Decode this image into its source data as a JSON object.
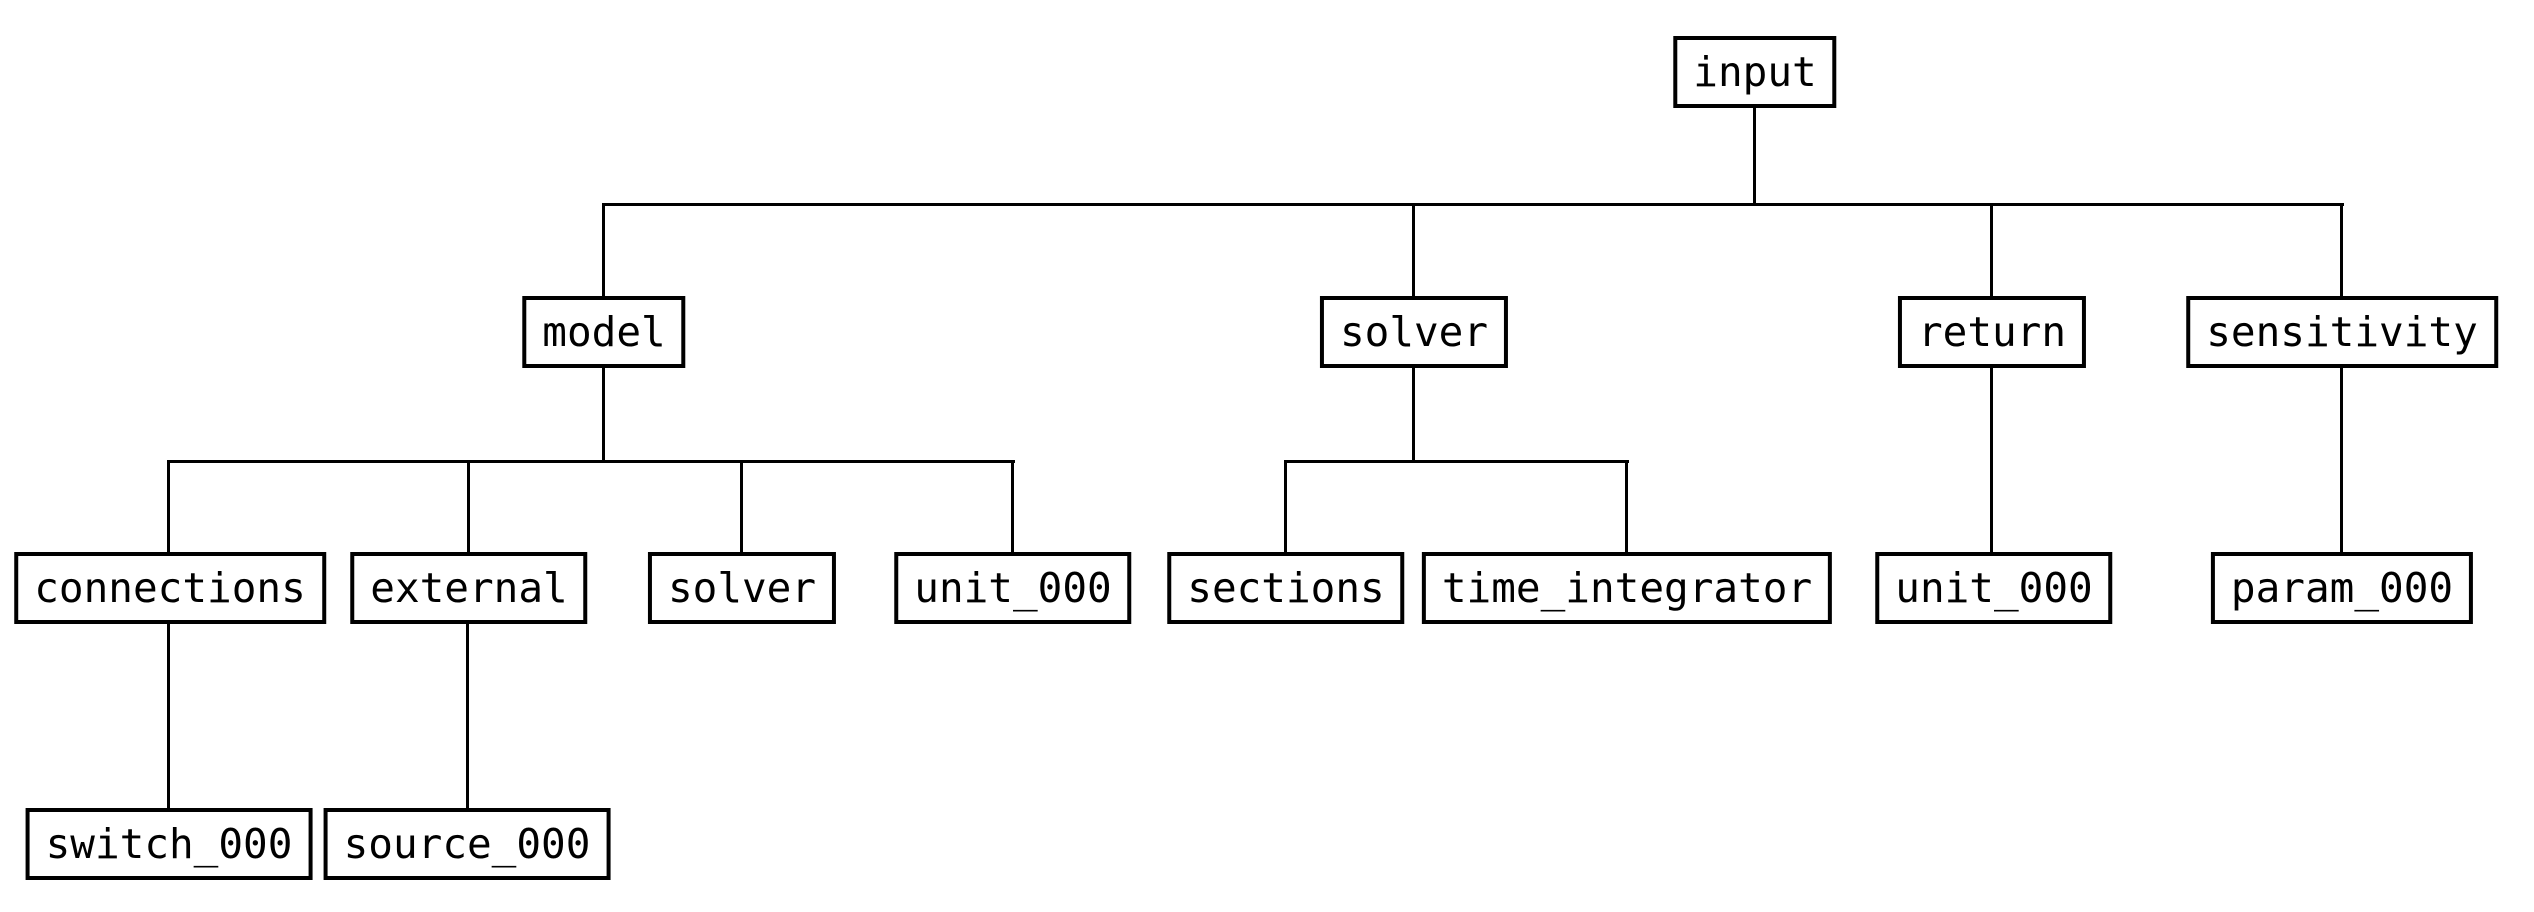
{
  "diagram": {
    "type": "tree",
    "root_label": "input",
    "nodes": {
      "input": {
        "label": "input",
        "depth": 0
      },
      "model": {
        "label": "model",
        "depth": 1
      },
      "solver": {
        "label": "solver",
        "depth": 1
      },
      "return": {
        "label": "return",
        "depth": 1
      },
      "sensitivity": {
        "label": "sensitivity",
        "depth": 1
      },
      "model_connections": {
        "label": "connections",
        "depth": 2
      },
      "model_external": {
        "label": "external",
        "depth": 2
      },
      "model_solver": {
        "label": "solver",
        "depth": 2
      },
      "model_unit_000": {
        "label": "unit_000",
        "depth": 2
      },
      "solver_sections": {
        "label": "sections",
        "depth": 2
      },
      "solver_time_integrator": {
        "label": "time_integrator",
        "depth": 2
      },
      "return_unit_000": {
        "label": "unit_000",
        "depth": 2
      },
      "sensitivity_param_000": {
        "label": "param_000",
        "depth": 2
      },
      "connections_switch_000": {
        "label": "switch_000",
        "depth": 3
      },
      "external_source_000": {
        "label": "source_000",
        "depth": 3
      }
    },
    "hierarchy": {
      "input": {
        "model": {
          "connections": {
            "switch_000": {}
          },
          "external": {
            "source_000": {}
          },
          "solver": {},
          "unit_000": {}
        },
        "solver": {
          "sections": {},
          "time_integrator": {}
        },
        "return": {
          "unit_000": {}
        },
        "sensitivity": {
          "param_000": {}
        }
      }
    },
    "colors": {
      "background": "#ffffff",
      "box_fill": "#ffffff",
      "box_border": "#000000",
      "line": "#000000",
      "text": "#000000"
    }
  }
}
